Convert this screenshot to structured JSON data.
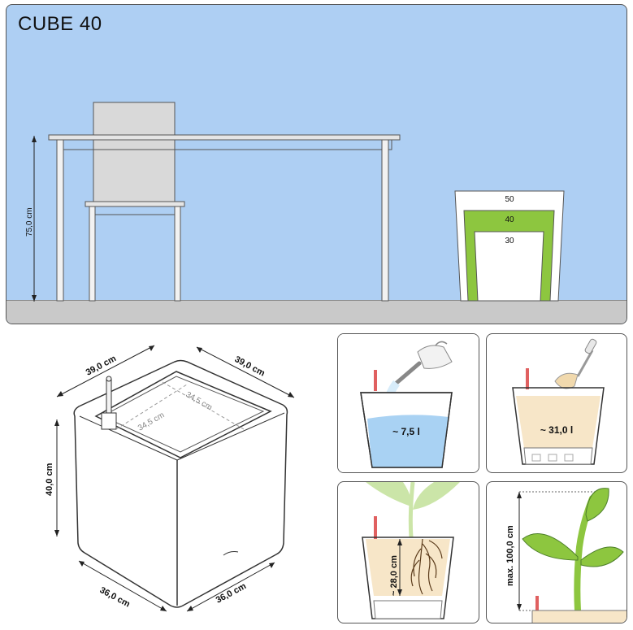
{
  "title": "CUBE 40",
  "scene": {
    "height_label": "75,0 cm",
    "size_labels": [
      "50",
      "40",
      "30"
    ],
    "highlight_color": "#8dc63f"
  },
  "dimensions": {
    "top_left": "39,0 cm",
    "top_right": "39,0 cm",
    "inner_left": "34,5 cm",
    "inner_right": "34,5 cm",
    "height": "40,0 cm",
    "bottom_left": "36,0 cm",
    "bottom_right": "36,0 cm"
  },
  "panels": {
    "water_volume": "~ 7,5 l",
    "soil_volume": "~ 31,0 l",
    "root_depth": "~ 28,0 cm",
    "max_plant_height": "max. 100,0 cm"
  },
  "colors": {
    "sky": "#aecff3",
    "ground": "#c9c9c9",
    "water": "#a9d2f3",
    "soil": "#f7e6c8",
    "plant": "#8dc63f",
    "indicator": "#e06060"
  }
}
